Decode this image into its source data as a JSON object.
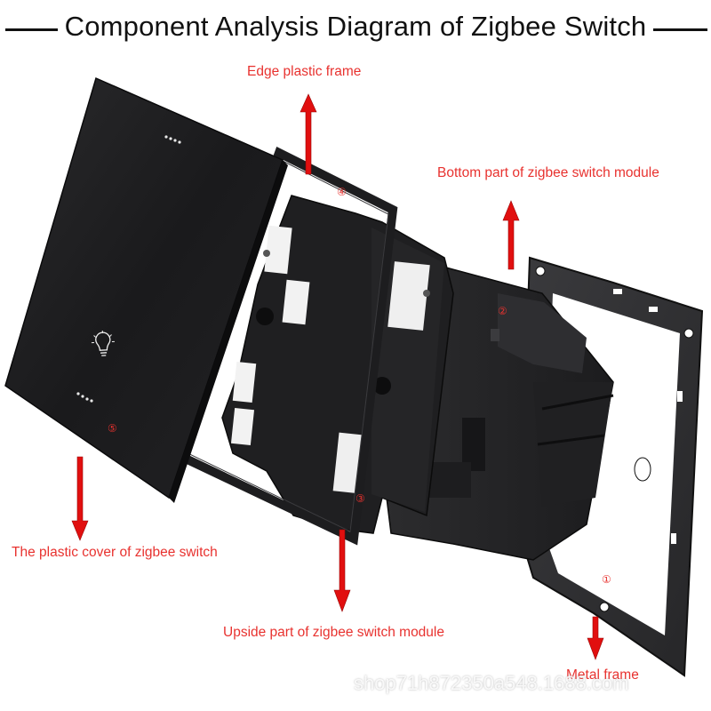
{
  "title": "Component Analysis Diagram of Zigbee Switch",
  "labels": {
    "edge_frame": "Edge plastic frame",
    "bottom_module": "Bottom part of zigbee switch module",
    "plastic_cover": "The plastic cover of zigbee switch",
    "upside_module": "Upside part of zigbee switch module",
    "metal_frame": "Metal frame"
  },
  "markers": {
    "m1": "①",
    "m2": "②",
    "m3": "③",
    "m4": "④",
    "m5": "⑤"
  },
  "watermark": "shop71h872350a548.1688.com",
  "colors": {
    "label": "#e8322f",
    "arrow": "#e10f0f",
    "panel": "#1b1b1d",
    "title_line": "#111111"
  },
  "icons": [
    "lightbulb-icon",
    "arrow-up-icon",
    "arrow-down-icon"
  ]
}
